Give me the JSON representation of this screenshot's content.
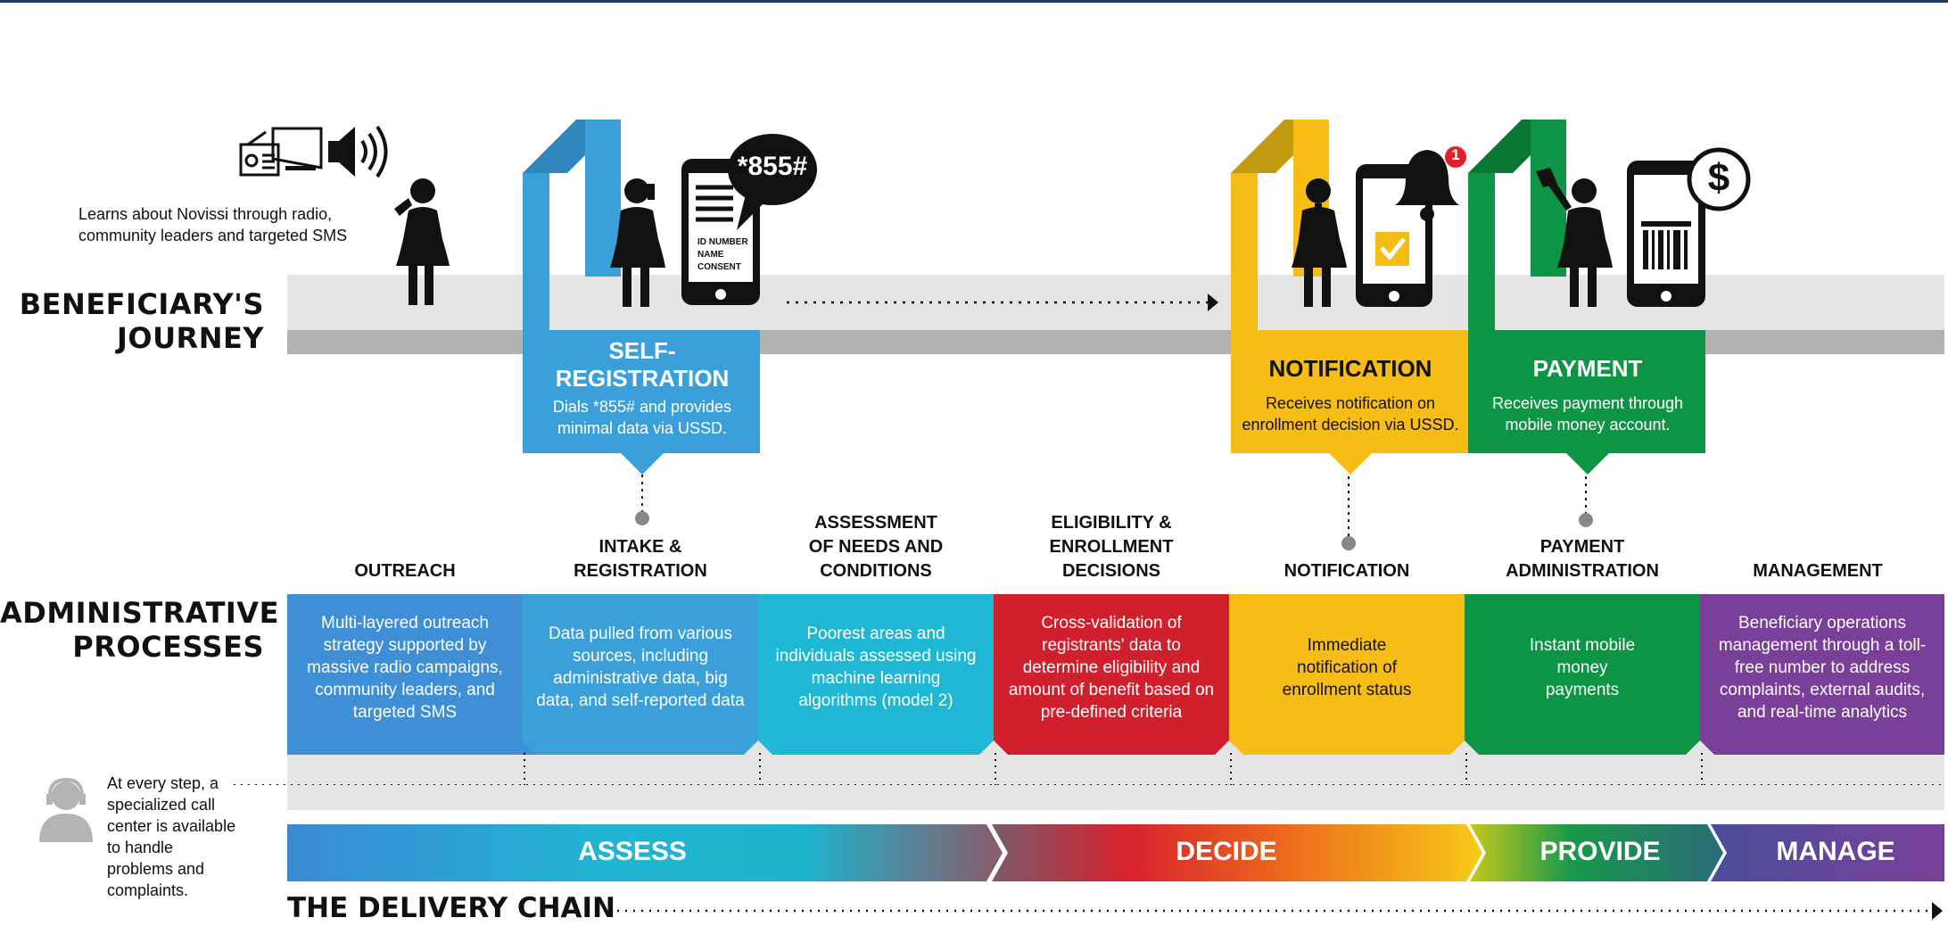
{
  "colors": {
    "blue": "#3ba0da",
    "teal": "#1fb7d3",
    "red": "#d0202e",
    "yellow": "#f7bd17",
    "green": "#0e9445",
    "purple": "#7a3f99",
    "grey_band": "#e4e4e4",
    "grey_dark": "#b2b2b2"
  },
  "journey": {
    "title": "BENEFICIARY'S\nJOURNEY",
    "outreach_note": "Learns about Novissi through radio,\ncommunity leaders and targeted SMS",
    "ussd_code": "*855#",
    "phone_form_lines": [
      "ID NUMBER",
      "NAME",
      "CONSENT"
    ],
    "notification_badge": "1",
    "payment_symbol": "$",
    "cards": [
      {
        "title": "SELF-\nREGISTRATION",
        "desc": "Dials *855# and provides\nminimal data via USSD."
      },
      {
        "title": "NOTIFICATION",
        "desc": "Receives notification on\nenrollment decision via USSD."
      },
      {
        "title": "PAYMENT",
        "desc": "Receives payment through\nmobile money account."
      }
    ]
  },
  "admin": {
    "title": "ADMINISTRATIVE\nPROCESSES",
    "stages": [
      {
        "heading": "OUTREACH",
        "text": "Multi-layered outreach strategy supported by massive radio campaigns, community leaders, and targeted SMS"
      },
      {
        "heading": "INTAKE &\nREGISTRATION",
        "text": "Data pulled from various sources, including administrative data, big data, and self-reported data"
      },
      {
        "heading": "ASSESSMENT\nOF NEEDS AND\nCONDITIONS",
        "text": "Poorest areas and individuals assessed using machine learning algorithms (model 2)"
      },
      {
        "heading": "ELIGIBILITY &\nENROLLMENT\nDECISIONS",
        "text": "Cross-validation of registrants' data to determine eligibility and amount of benefit based on pre-defined criteria"
      },
      {
        "heading": "NOTIFICATION",
        "text": "Immediate notification of enrollment status"
      },
      {
        "heading": "PAYMENT\nADMINISTRATION",
        "text": "Instant mobile money payments"
      },
      {
        "heading": "MANAGEMENT",
        "text": "Beneficiary operations management through a toll-free number to address complaints, external audits, and real-time analytics"
      }
    ]
  },
  "call_center": {
    "text": "At every step, a\nspecialized call\ncenter is available\nto handle\nproblems and\ncomplaints."
  },
  "phases": [
    "ASSESS",
    "DECIDE",
    "PROVIDE",
    "MANAGE"
  ],
  "footer_title": "THE DELIVERY CHAIN"
}
